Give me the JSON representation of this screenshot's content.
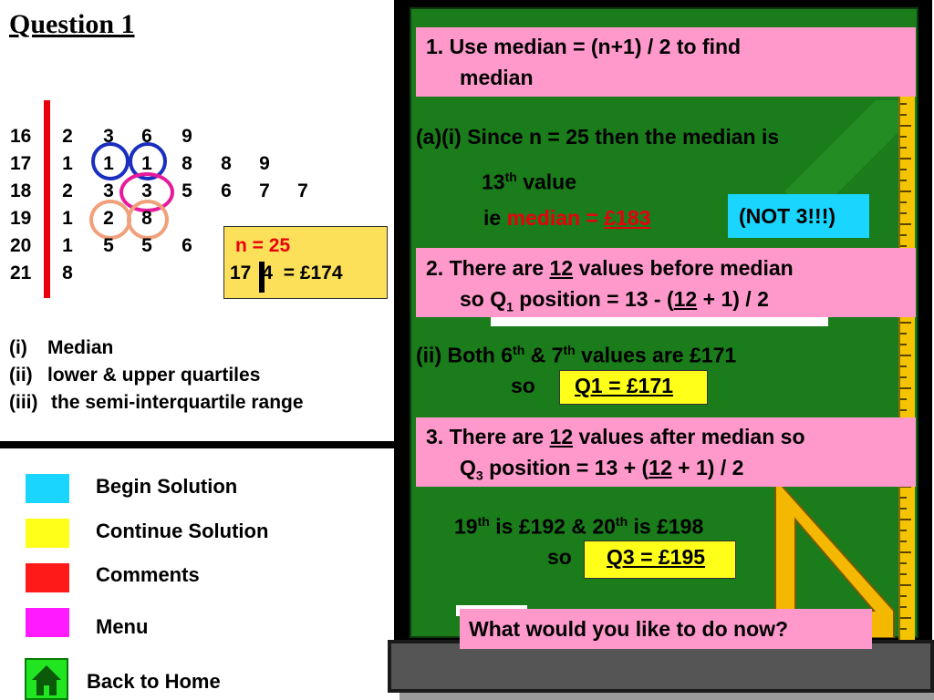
{
  "title": "Question 1",
  "stem_leaf": {
    "rows": [
      {
        "stem": "16",
        "leaves": [
          "2",
          "3",
          "6",
          "9"
        ]
      },
      {
        "stem": "17",
        "leaves": [
          "1",
          "1",
          "1",
          "8",
          "8",
          "9"
        ]
      },
      {
        "stem": "18",
        "leaves": [
          "2",
          "3",
          "3",
          "5",
          "6",
          "7",
          "7"
        ]
      },
      {
        "stem": "19",
        "leaves": [
          "1",
          "2",
          "8"
        ]
      },
      {
        "stem": "20",
        "leaves": [
          "1",
          "5",
          "5",
          "6"
        ]
      },
      {
        "stem": "21",
        "leaves": [
          "8"
        ]
      }
    ]
  },
  "key": {
    "n": "n = 25",
    "example_stem": "17",
    "example_leaf": "4",
    "example_value": "= £174"
  },
  "questions": [
    {
      "num": "(i)",
      "text": "Median"
    },
    {
      "num": "(ii)",
      "text": "lower & upper quartiles"
    },
    {
      "num": "(iii)",
      "text": "the semi-interquartile range"
    }
  ],
  "menu": [
    {
      "label": "Begin Solution",
      "color": "#1ad6ff"
    },
    {
      "label": "Continue Solution",
      "color": "#ffff1a"
    },
    {
      "label": "Comments",
      "color": "#ff1a1a"
    },
    {
      "label": "Menu",
      "color": "#ff1aff"
    },
    {
      "label": "Back to Home",
      "color": "#22e522"
    }
  ],
  "board": {
    "step1_a": "1. Use median = (n+1) / 2 to find",
    "step1_b": "median",
    "a_i_line": "(a)(i)  Since n = 25 then the median is",
    "thirteenth_num": "13",
    "thirteenth_sup": "th",
    "thirteenth_rest": "value",
    "ie": "ie",
    "median_word": "median  =",
    "median_value": "£183",
    "not3": "(NOT 3!!!)",
    "step2_a_pre": "2. There are ",
    "step2_a_num": "12",
    "step2_a_post": " values before median",
    "step2_b_pre": "so Q",
    "step2_b_sub": "1",
    "step2_b_mid": " position = 13 - (",
    "step2_b_num": "12",
    "step2_b_post": " + 1) / 2",
    "ii_pre": "(ii)  Both 6",
    "ii_sup1": "th",
    "ii_mid": " & 7",
    "ii_sup2": "th",
    "ii_post": " values are £171",
    "so1": "so",
    "q1": "Q1 = £171",
    "step3_a_pre": "3. There are ",
    "step3_a_num": "12",
    "step3_a_post": " values after median so",
    "step3_b_pre": "Q",
    "step3_b_sub": "3",
    "step3_b_mid": " position = 13 + (",
    "step3_b_num": "12",
    "step3_b_post": " + 1) / 2",
    "q3line_a": "19",
    "q3line_sup1": "th",
    "q3line_b": " is £192  & 20",
    "q3line_sup2": "th",
    "q3line_c": " is £198",
    "so2": "so",
    "q3": "Q3 = £195",
    "prompt": "What would you like to do now?"
  }
}
